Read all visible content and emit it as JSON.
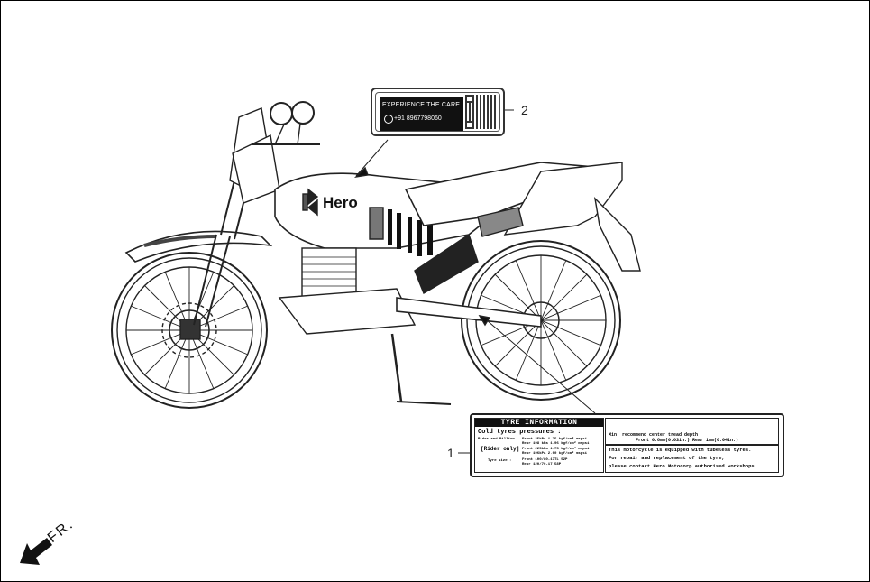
{
  "diagram": {
    "type": "motorcycle decal/label location illustration",
    "brand_logo": "Hero",
    "callouts": [
      {
        "number": "1",
        "label": "Tyre information label"
      },
      {
        "number": "2",
        "label": "Experience the care label"
      }
    ]
  },
  "label_2": {
    "title": "EXPERIENCE THE CARE",
    "phone": "+91 8967798060",
    "icons": [
      "whatsapp-icon",
      "phone-icon",
      "qr-code"
    ]
  },
  "label_1": {
    "header": "TYRE INFORMATION",
    "cold_pressures": "Cold tyres pressures :",
    "rider_pillion": "Rider and Pillion",
    "rider_pillion_front": "Front 25kPa 1.75 kgf/cm² mspsi",
    "rider_pillion_rear": "Rear 198 kPa 1.96 kgf/cm² mspsi",
    "rider_only": "[Rider only]",
    "rider_only_front": "Front 225kPa 1.75 kgf/cm² mspsi",
    "rider_only_rear": "Rear 196kPa 2.00 kgf/cm² mspsi",
    "tyre_size_label": "Tyre size :",
    "tyre_size_front": "Front 100/80-17TL 52P",
    "tyre_size_rear": "Rear 120/70-17 58P",
    "min_tread": "Min. recommend center tread depth",
    "tread_values": "Front 0.8mm(0.03in.)   Rear 1mm(0.04in.)",
    "tubeless_1": "This motorcycle is equipped with tubeless tyres.",
    "tubeless_2": "For repair and replacement of the tyre,",
    "tubeless_3": "please contact Hero Motocorp authorised workshops."
  },
  "direction": {
    "text": "FR."
  }
}
